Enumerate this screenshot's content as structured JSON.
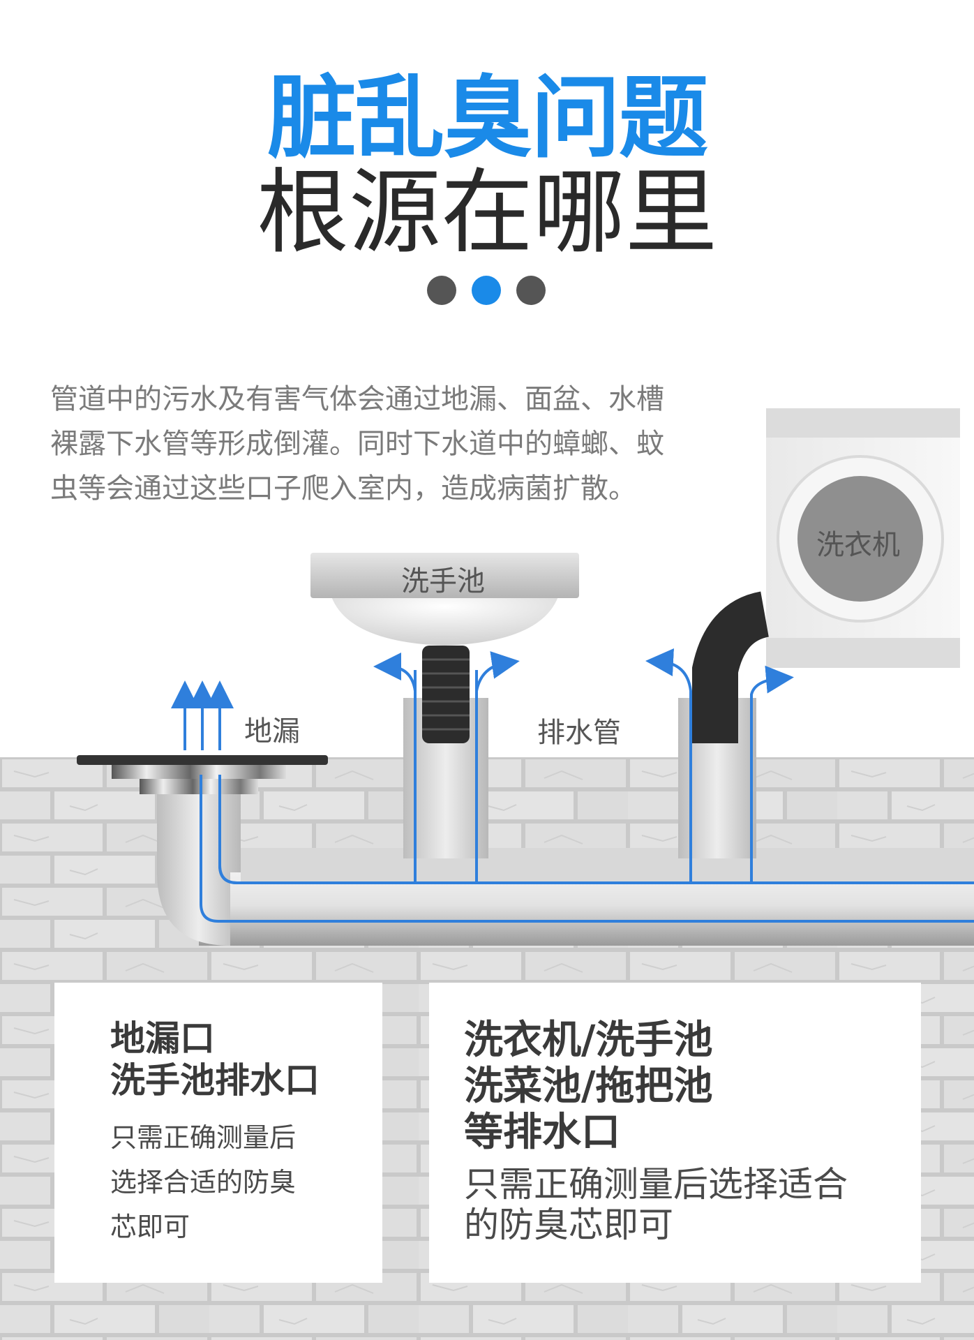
{
  "title": {
    "line1": "脏乱臭问题",
    "line2": "根源在哪里"
  },
  "dots": [
    "#555555",
    "#1a8ae8",
    "#555555"
  ],
  "intro_lines": [
    "管道中的污水及有害气体会通过地漏、面盆、水槽",
    "裸露下水管等形成倒灌。同时下水道中的蟑螂、蚊",
    "虫等会通过这些口子爬入室内，造成病菌扩散。"
  ],
  "labels": {
    "washing_machine": "洗衣机",
    "wash_basin": "洗手池",
    "floor_drain": "地漏",
    "drain_pipe": "排水管"
  },
  "card_left": {
    "heading_lines": [
      "地漏口",
      "洗手池排水口"
    ],
    "desc_lines": [
      "只需正确测量后",
      "选择合适的防臭",
      "芯即可"
    ]
  },
  "card_right": {
    "heading_lines": [
      "洗衣机/洗手池",
      "洗菜池/拖把池",
      "等排水口"
    ],
    "desc_lines": [
      "只需正确测量后选择适合",
      "的防臭芯即可"
    ]
  },
  "colors": {
    "accent_blue": "#1a8ae8",
    "flow_blue": "#2f7fdc",
    "brick_base": "#dcdcdc"
  }
}
